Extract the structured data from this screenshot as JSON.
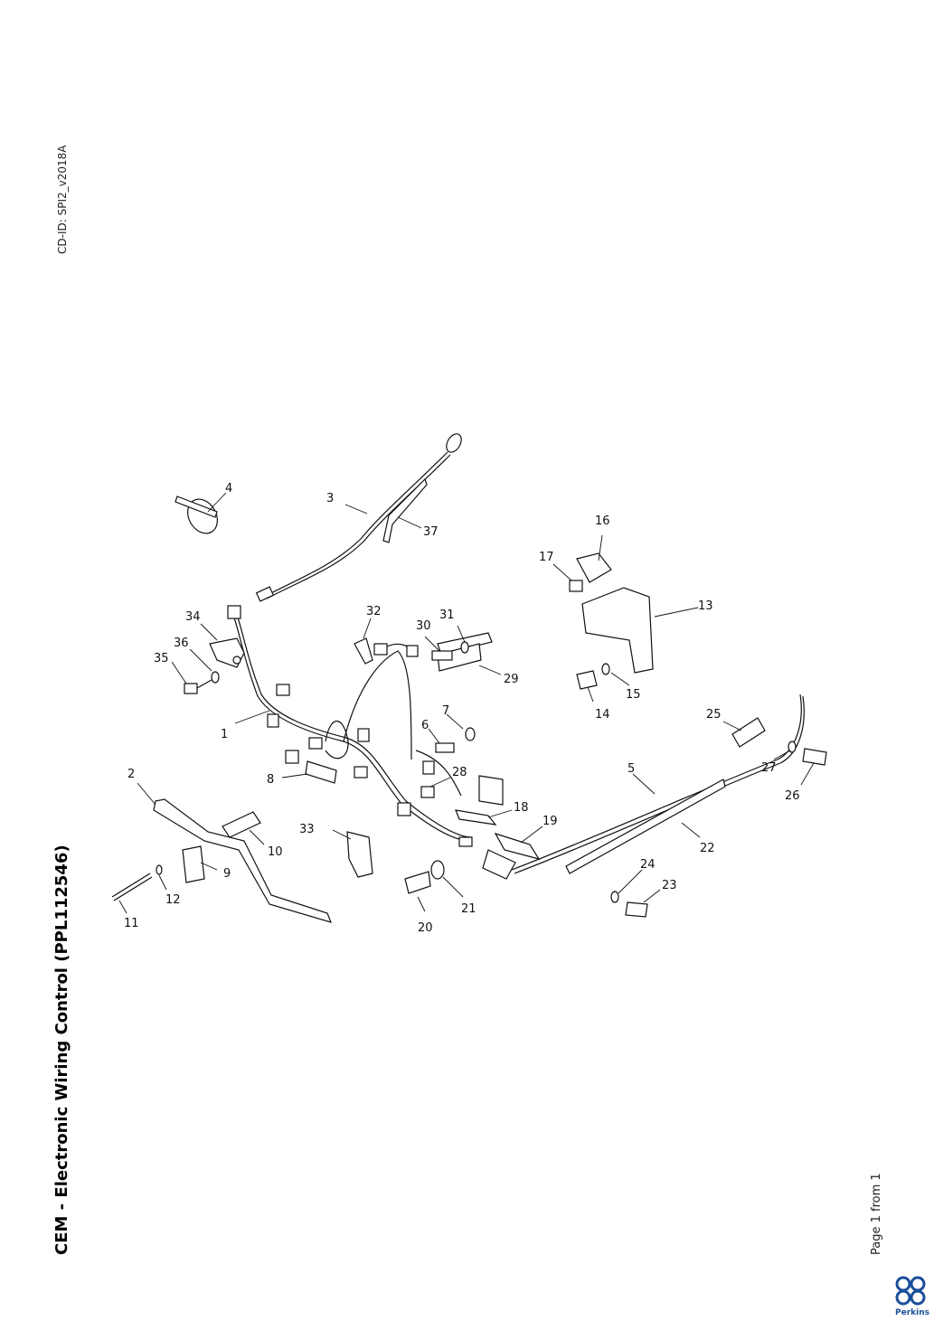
{
  "header": {
    "cd_id": "CD-ID: SPI2_v2018A"
  },
  "title": "CEM - Electronic Wiring Control (PPL112546)",
  "footer": {
    "page_info": "Page 1 from 1",
    "brand": "Perkins"
  },
  "callouts": {
    "c1": "1",
    "c2": "2",
    "c3": "3",
    "c4": "4",
    "c5": "5",
    "c6": "6",
    "c7": "7",
    "c8": "8",
    "c9": "9",
    "c10": "10",
    "c11": "11",
    "c12": "12",
    "c13": "13",
    "c14": "14",
    "c15": "15",
    "c16": "16",
    "c17": "17",
    "c18": "18",
    "c19": "19",
    "c20": "20",
    "c21": "21",
    "c22": "22",
    "c23": "23",
    "c24": "24",
    "c25": "25",
    "c26": "26",
    "c27": "27",
    "c28": "28",
    "c29": "29",
    "c30": "30",
    "c31": "31",
    "c32": "32",
    "c33": "33",
    "c34": "34",
    "c35": "35",
    "c36": "36",
    "c37": "37"
  },
  "colors": {
    "line": "#111111",
    "brand": "#1a4e9a"
  }
}
